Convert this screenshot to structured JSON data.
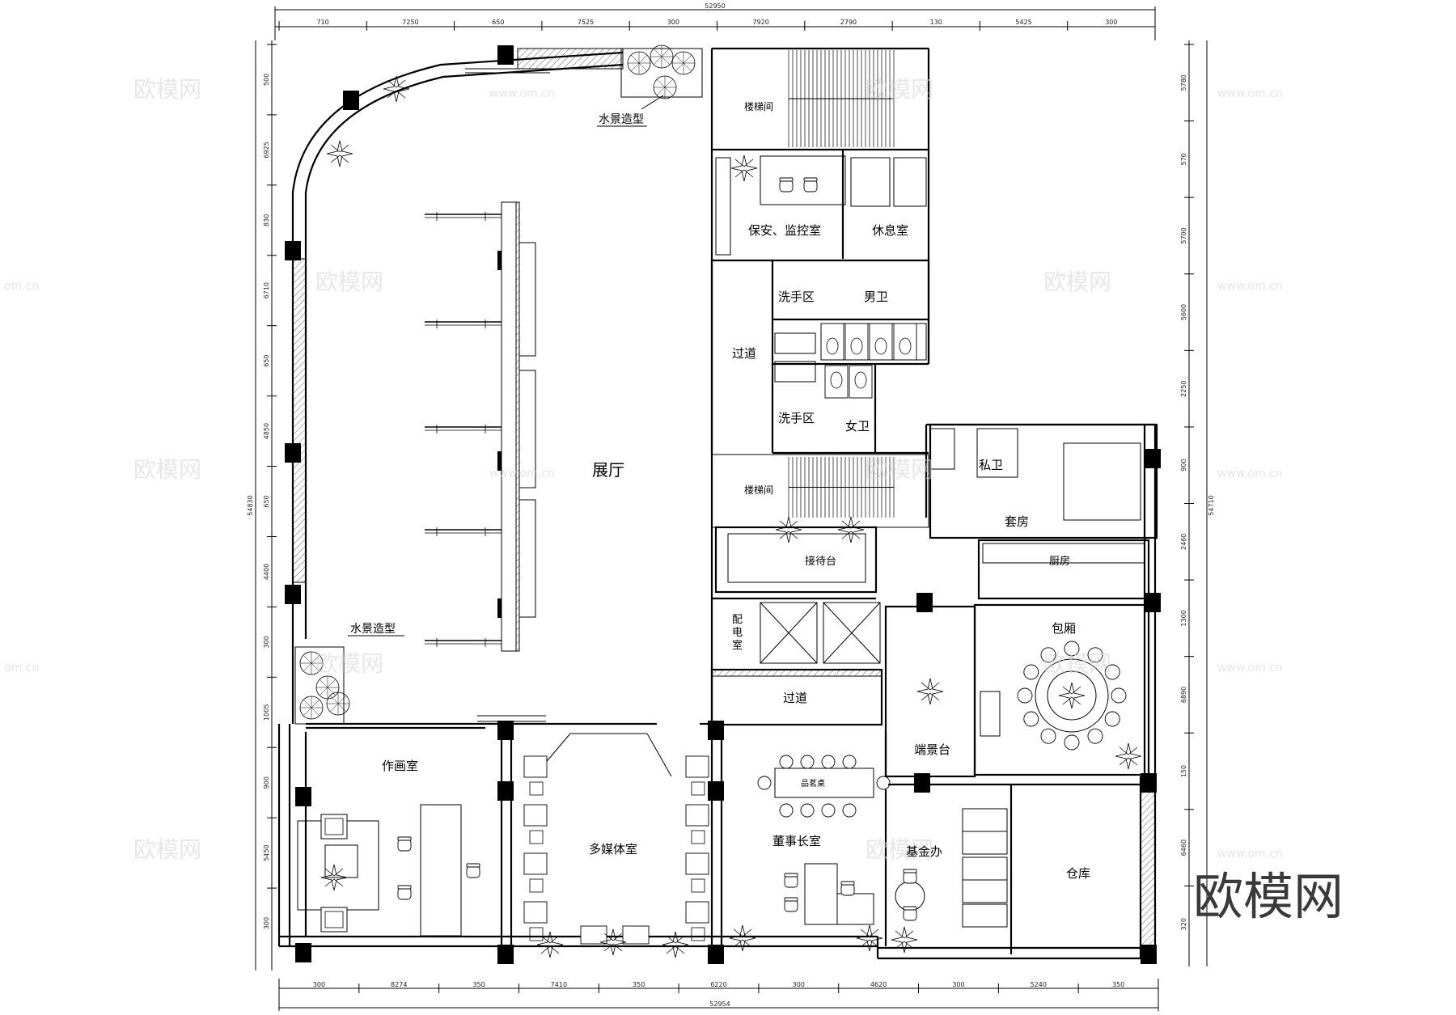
{
  "drawing": {
    "rooms": {
      "exhibition_hall": "展厅",
      "stair_top": "楼梯间",
      "security": "保安、监控室",
      "rest": "休息室",
      "wash_top": "洗手区",
      "mens": "男卫",
      "corridor_top": "过道",
      "wash_bottom": "洗手区",
      "womens": "女卫",
      "stair_mid": "楼梯间",
      "private_wc": "私卫",
      "suite": "套房",
      "reception": "接待台",
      "kitchen": "厨房",
      "power_room": "配\n电\n室",
      "corridor_mid": "过道",
      "private_dining": "包厢",
      "feature_stage": "端景台",
      "studio": "作画室",
      "media": "多媒体室",
      "chairman": "董事长室",
      "fund_office": "基金办",
      "warehouse": "仓库",
      "tea_table": "品茗桌"
    },
    "notes": {
      "water_feature_top": "水景造型",
      "water_feature_bottom": "水景造型"
    },
    "watermark": {
      "text": "欧模网",
      "url": "www.om.cn",
      "url_partial": "om.cn"
    },
    "brand": "欧模网",
    "dimensions": {
      "top_total": "52950",
      "top_segments": [
        "710",
        "7250",
        "650",
        "7525",
        "300",
        "7920",
        "2790",
        "130",
        "5425",
        "300"
      ],
      "bottom_total": "52954",
      "bottom_segments": [
        "300",
        "8274",
        "350",
        "7410",
        "350",
        "6220",
        "300",
        "4620",
        "300",
        "5240",
        "350"
      ],
      "left_total": "54830",
      "left_segments": [
        "500",
        "6925",
        "830",
        "6710",
        "650",
        "4850",
        "650",
        "4400",
        "300",
        "1005",
        "900",
        "5450",
        "300"
      ],
      "right_total": "54710",
      "right_segments": [
        "5780",
        "570",
        "5700",
        "5600",
        "2250",
        "900",
        "2460",
        "1300",
        "6890",
        "150",
        "6460",
        "320"
      ]
    }
  }
}
